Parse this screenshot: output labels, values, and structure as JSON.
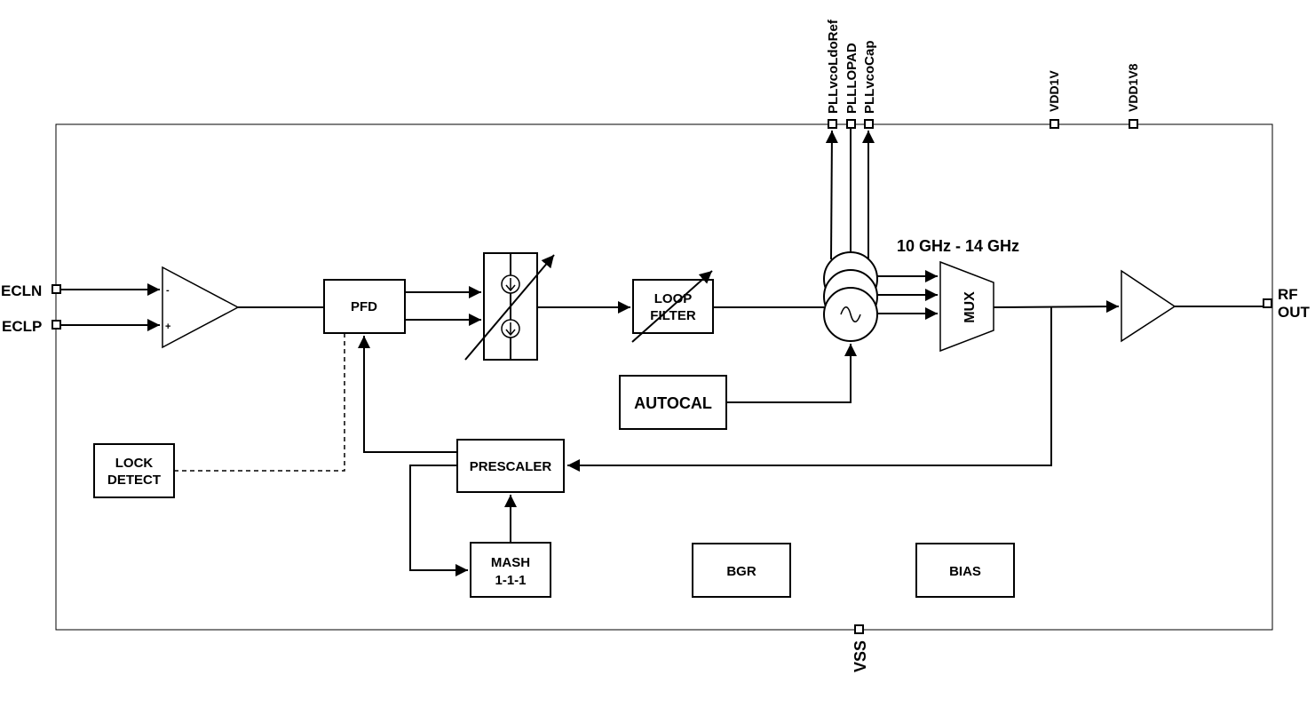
{
  "blocks": {
    "pfd": "PFD",
    "loop_filter_line1": "LOOP",
    "loop_filter_line2": "FILTER",
    "autocal": "AUTOCAL",
    "mux": "MUX",
    "prescaler": "PRESCALER",
    "lock_detect_line1": "LOCK",
    "lock_detect_line2": "DETECT",
    "mash_line1": "MASH",
    "mash_line2": "1-1-1",
    "bgr": "BGR",
    "bias": "BIAS"
  },
  "pins": {
    "ecln": "ECLN",
    "eclp": "ECLP",
    "rf_out_line1": "RF",
    "rf_out_line2": "OUT",
    "vss": "VSS",
    "pll_vco_ldo_ref": "PLLvcoLdoRef",
    "pll_lo_pad": "PLLLOPAD",
    "pll_vco_cap": "PLLvcoCap",
    "vdd1v": "VDD1V",
    "vdd1v8": "VDD1V8"
  },
  "annotations": {
    "frequency_range": "10 GHz - 14 GHz",
    "minus_sign": "-",
    "plus_sign": "+"
  },
  "icons": [
    "current-source-icon",
    "sine-wave-icon",
    "arrow-icon",
    "amplifier-icon"
  ]
}
